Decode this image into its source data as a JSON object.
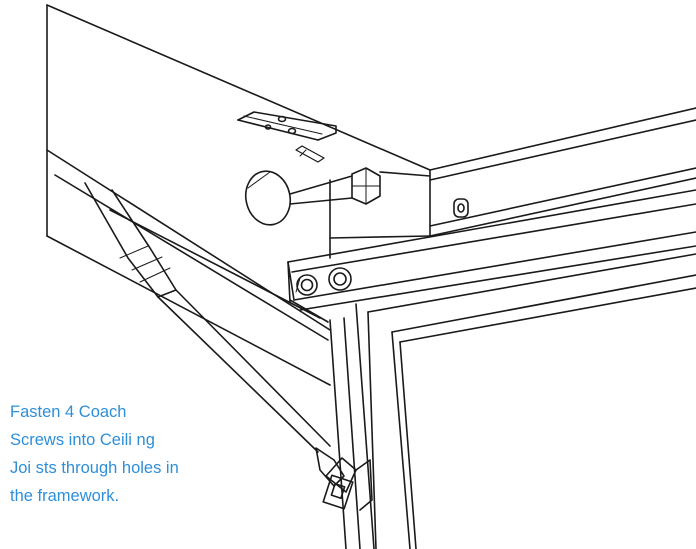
{
  "diagram": {
    "caption_lines": [
      "Fasten 4 Coach",
      "Screws into Ceili ng",
      "Joi sts through holes in",
      "the framework."
    ],
    "caption_color": "#2e8fd9",
    "line_color": "#1a1a1a"
  }
}
